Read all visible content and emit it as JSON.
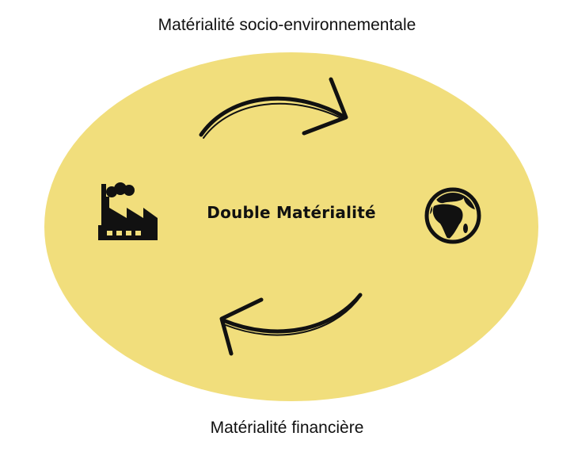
{
  "diagram": {
    "top_label": "Matérialité socio-environnementale",
    "center_label": "Double Matérialité",
    "bottom_label": "Matérialité financière"
  },
  "colors": {
    "ellipse_fill": "#f1de7c",
    "ink": "#111111"
  },
  "icons": {
    "left": "factory-icon",
    "right": "globe-icon",
    "top_arrow": "curved-arrow-right-icon",
    "bottom_arrow": "curved-arrow-left-icon"
  }
}
